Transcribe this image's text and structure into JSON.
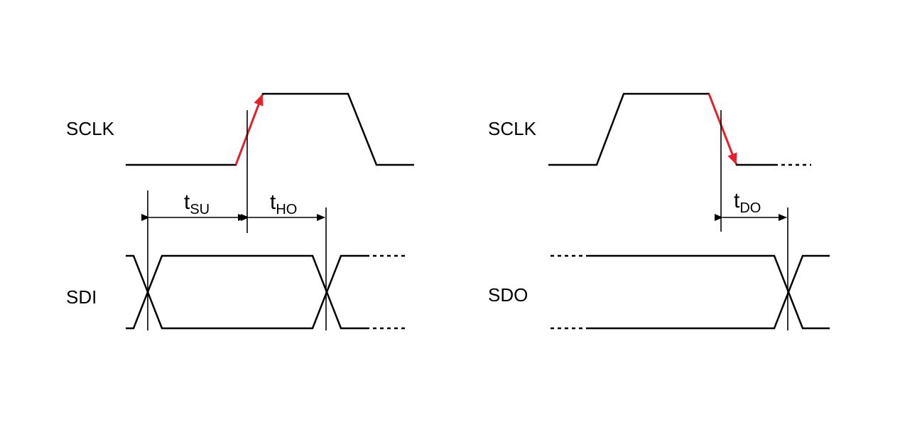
{
  "diagrams": {
    "left": {
      "clock_label": "SCLK",
      "data_label": "SDI",
      "setup": {
        "base": "t",
        "sub": "SU"
      },
      "hold": {
        "base": "t",
        "sub": "HO"
      }
    },
    "right": {
      "clock_label": "SCLK",
      "data_label": "SDO",
      "delay": {
        "base": "t",
        "sub": "DO"
      }
    }
  },
  "colors": {
    "wave": "#000000",
    "edge_arrow": "#e8202a"
  }
}
